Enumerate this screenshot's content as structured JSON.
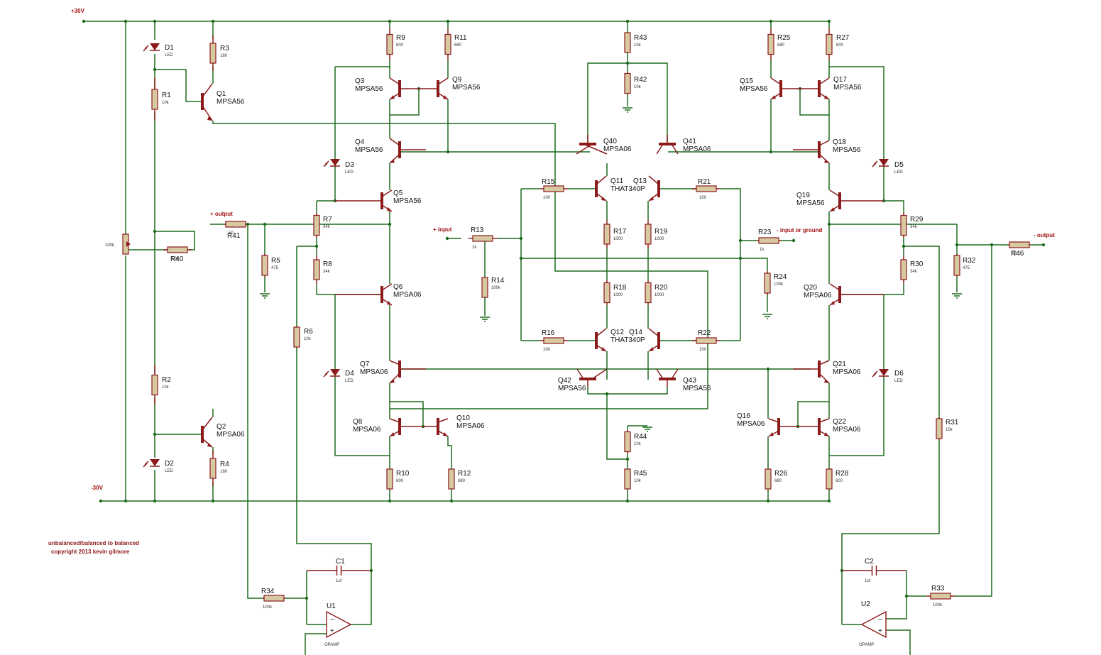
{
  "nets": {
    "pos_rail": "+30V",
    "neg_rail": "-30V",
    "pos_output": "+ output",
    "neg_output": "- output",
    "pos_input": "+ input",
    "neg_input": "- input or ground"
  },
  "notes": {
    "line1": "unbalanced/balanced to balanced",
    "line2": "copyright 2013 kevin gilmore"
  },
  "resistors": [
    {
      "ref": "R1",
      "value": "10k"
    },
    {
      "ref": "R2",
      "value": "10k"
    },
    {
      "ref": "R3",
      "value": "180"
    },
    {
      "ref": "R4",
      "value": "180"
    },
    {
      "ref": "R5",
      "value": "475"
    },
    {
      "ref": "R6",
      "value": "10k"
    },
    {
      "ref": "R7",
      "value": "34k"
    },
    {
      "ref": "R8",
      "value": "34k"
    },
    {
      "ref": "R9",
      "value": "600"
    },
    {
      "ref": "R10",
      "value": "600"
    },
    {
      "ref": "R11",
      "value": "680"
    },
    {
      "ref": "R12",
      "value": "680"
    },
    {
      "ref": "R13",
      "value": "1k"
    },
    {
      "ref": "R14",
      "value": "100k"
    },
    {
      "ref": "R15",
      "value": "100"
    },
    {
      "ref": "R16",
      "value": "100"
    },
    {
      "ref": "R17",
      "value": "1000"
    },
    {
      "ref": "R18",
      "value": "1000"
    },
    {
      "ref": "R19",
      "value": "1000"
    },
    {
      "ref": "R20",
      "value": "1000"
    },
    {
      "ref": "R21",
      "value": "100"
    },
    {
      "ref": "R22",
      "value": "100"
    },
    {
      "ref": "R23",
      "value": "1k"
    },
    {
      "ref": "R24",
      "value": "100k"
    },
    {
      "ref": "R25",
      "value": "680"
    },
    {
      "ref": "R26",
      "value": "680"
    },
    {
      "ref": "R27",
      "value": "600"
    },
    {
      "ref": "R28",
      "value": "600"
    },
    {
      "ref": "R29",
      "value": "34k"
    },
    {
      "ref": "R30",
      "value": "34k"
    },
    {
      "ref": "R31",
      "value": "10k"
    },
    {
      "ref": "R32",
      "value": "475"
    },
    {
      "ref": "R33",
      "value": "100k"
    },
    {
      "ref": "R34",
      "value": "100k"
    },
    {
      "ref": "R40",
      "value": "10k"
    },
    {
      "ref": "R41",
      "value": "50"
    },
    {
      "ref": "R42",
      "value": "10k"
    },
    {
      "ref": "R43",
      "value": "10k"
    },
    {
      "ref": "R44",
      "value": "10k"
    },
    {
      "ref": "R45",
      "value": "10k"
    },
    {
      "ref": "R46",
      "value": "50"
    }
  ],
  "pot": {
    "value": "100k"
  },
  "transistors": [
    {
      "ref": "Q1",
      "part": "MPSA56"
    },
    {
      "ref": "Q2",
      "part": "MPSA06"
    },
    {
      "ref": "Q3",
      "part": "MPSA56"
    },
    {
      "ref": "Q4",
      "part": "MPSA56"
    },
    {
      "ref": "Q5",
      "part": "MPSA56"
    },
    {
      "ref": "Q6",
      "part": "MPSA06"
    },
    {
      "ref": "Q7",
      "part": "MPSA06"
    },
    {
      "ref": "Q8",
      "part": "MPSA06"
    },
    {
      "ref": "Q9",
      "part": "MPSA56"
    },
    {
      "ref": "Q10",
      "part": "MPSA06"
    },
    {
      "ref": "Q11",
      "part": "THAT340P"
    },
    {
      "ref": "Q12",
      "part": "THAT340P"
    },
    {
      "ref": "Q13",
      "part": ""
    },
    {
      "ref": "Q14",
      "part": ""
    },
    {
      "ref": "Q15",
      "part": "MPSA56"
    },
    {
      "ref": "Q16",
      "part": "MPSA06"
    },
    {
      "ref": "Q17",
      "part": "MPSA56"
    },
    {
      "ref": "Q18",
      "part": "MPSA56"
    },
    {
      "ref": "Q19",
      "part": "MPSA56"
    },
    {
      "ref": "Q20",
      "part": "MPSA06"
    },
    {
      "ref": "Q21",
      "part": "MPSA06"
    },
    {
      "ref": "Q22",
      "part": "MPSA06"
    },
    {
      "ref": "Q40",
      "part": "MPSA06"
    },
    {
      "ref": "Q41",
      "part": "MPSA06"
    },
    {
      "ref": "Q42",
      "part": "MPSA56"
    },
    {
      "ref": "Q43",
      "part": "MPSA56"
    }
  ],
  "leds": [
    {
      "ref": "D1",
      "part": "LED"
    },
    {
      "ref": "D2",
      "part": "LED"
    },
    {
      "ref": "D3",
      "part": "LED"
    },
    {
      "ref": "D4",
      "part": "LED"
    },
    {
      "ref": "D5",
      "part": "LED"
    },
    {
      "ref": "D6",
      "part": "LED"
    }
  ],
  "capacitors": [
    {
      "ref": "C1",
      "value": "1uf"
    },
    {
      "ref": "C2",
      "value": "1uf"
    }
  ],
  "opamps": [
    {
      "ref": "U1",
      "part": "OPAMP"
    },
    {
      "ref": "U2",
      "part": "OPAMP"
    }
  ]
}
